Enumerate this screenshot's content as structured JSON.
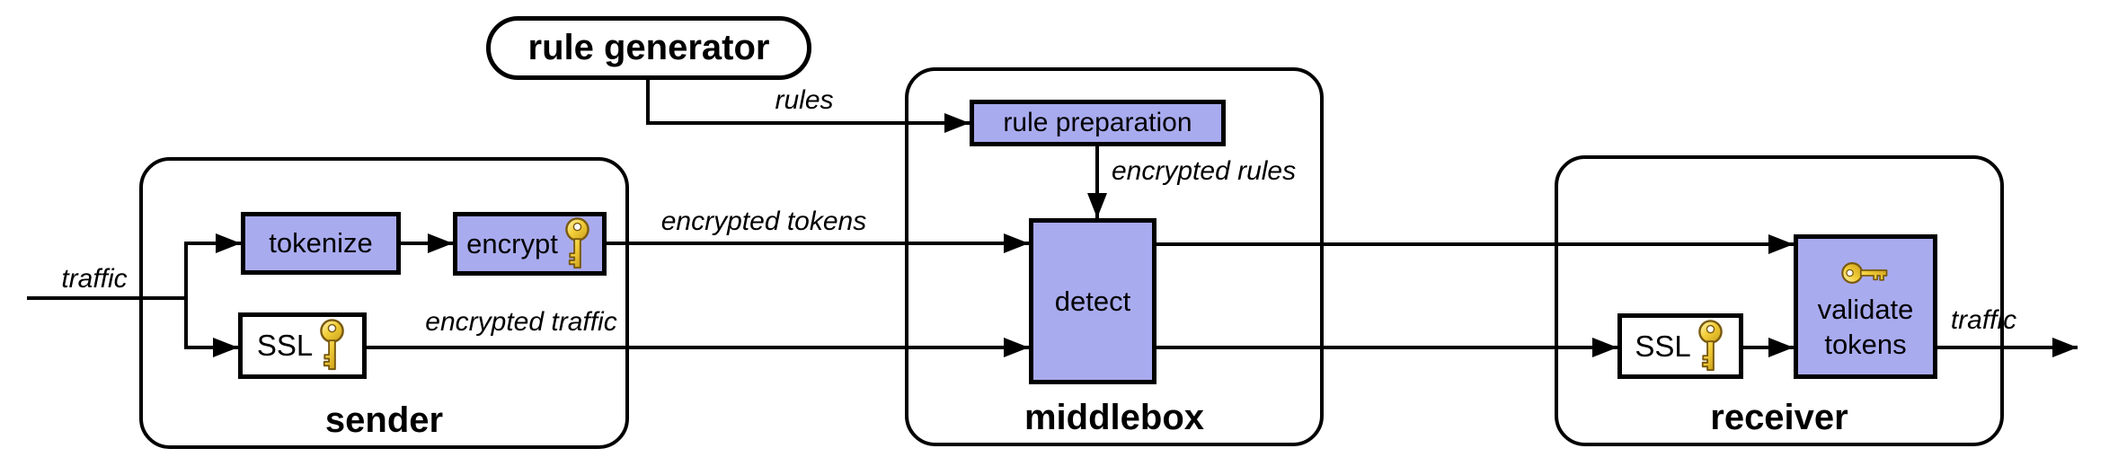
{
  "rule_generator": {
    "label": "rule generator"
  },
  "sender": {
    "label": "sender",
    "nodes": {
      "tokenize": "tokenize",
      "encrypt": "encrypt",
      "ssl": "SSL"
    }
  },
  "middlebox": {
    "label": "middlebox",
    "nodes": {
      "rule_preparation": "rule preparation",
      "detect": "detect"
    }
  },
  "receiver": {
    "label": "receiver",
    "nodes": {
      "ssl": "SSL",
      "validate_tokens": "validate tokens"
    }
  },
  "edge_labels": {
    "traffic_in": "traffic",
    "rules": "rules",
    "encrypted_tokens": "encrypted tokens",
    "encrypted_traffic": "encrypted traffic",
    "encrypted_rules": "encrypted rules",
    "traffic_out": "traffic"
  },
  "colors": {
    "node_fill": "#a9abef",
    "node_border": "#000000",
    "line": "#000000",
    "background": "#ffffff",
    "key_gold": "#f3cf3a",
    "key_outline": "#7a5a10"
  }
}
